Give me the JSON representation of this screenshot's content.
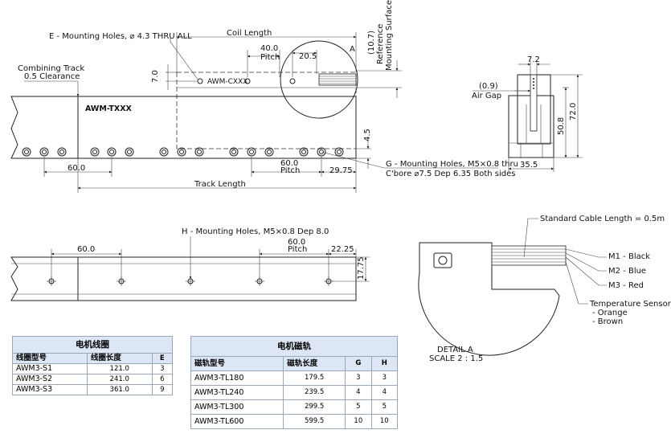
{
  "labels": {
    "mounting_e": "E - Mounting Holes, ⌀ 4.3 THRU ALL",
    "coil_length": "Coil Length",
    "pitch_40": "40.0",
    "pitch_word": "Pitch",
    "d_20_5": "20.5",
    "detail_a_mark": "A",
    "ref_10_7": "(10.7)",
    "ref_line1": "Reference",
    "ref_line2": "Mounting Surface",
    "combining_1": "Combining Track",
    "combining_2": "0.5 Clearance",
    "d_7_0": "7.0",
    "coil_model": "AWM-CXXX",
    "track_model": "AWM-TXXX",
    "d_4_5": "4.5",
    "d_60_left": "60.0",
    "d_60_right": "60.0",
    "pitch_word2": "Pitch",
    "d_29_75": "29.75",
    "track_length": "Track Length",
    "mounting_g1": "G - Mounting Holes, M5×0.8 thru",
    "mounting_g2": "C'bore ⌀7.5 Dep 6.35 Both sides",
    "sv_7_2": "7.2",
    "sv_0_9": "(0.9)",
    "sv_air_gap": "Air Gap",
    "sv_50_8": "50.8",
    "sv_72_0": "72.0",
    "sv_35_5": "35.5",
    "mounting_h": "H - Mounting Holes, M5×0.8 Dep 8.0",
    "b_60_left": "60.0",
    "b_60_right": "60.0",
    "b_pitch": "Pitch",
    "b_22_25": "22.25",
    "b_17_75": "17.75",
    "cable_len": "Standard Cable Length = 0.5m",
    "m1": "M1 - Black",
    "m2": "M2 - Blue",
    "m3": "M3 - Red",
    "temp1": "Temperature Sensor",
    "temp2": "- Orange",
    "temp3": "- Brown",
    "detail_title": "DETAIL A",
    "detail_scale": "SCALE 2 : 1.5"
  },
  "coil_table": {
    "caption": "电机线圈",
    "headers": [
      "线圈型号",
      "线圈长度",
      "E"
    ],
    "rows": [
      [
        "AWM3-S1",
        "121.0",
        "3"
      ],
      [
        "AWM3-S2",
        "241.0",
        "6"
      ],
      [
        "AWM3-S3",
        "361.0",
        "9"
      ]
    ]
  },
  "track_table": {
    "caption": "电机磁轨",
    "headers": [
      "磁轨型号",
      "磁轨长度",
      "G",
      "H"
    ],
    "rows": [
      [
        "AWM3-TL180",
        "179.5",
        "3",
        "3"
      ],
      [
        "AWM3-TL240",
        "239.5",
        "4",
        "4"
      ],
      [
        "AWM3-TL300",
        "299.5",
        "5",
        "5"
      ],
      [
        "AWM3-TL600",
        "599.5",
        "10",
        "10"
      ]
    ]
  }
}
